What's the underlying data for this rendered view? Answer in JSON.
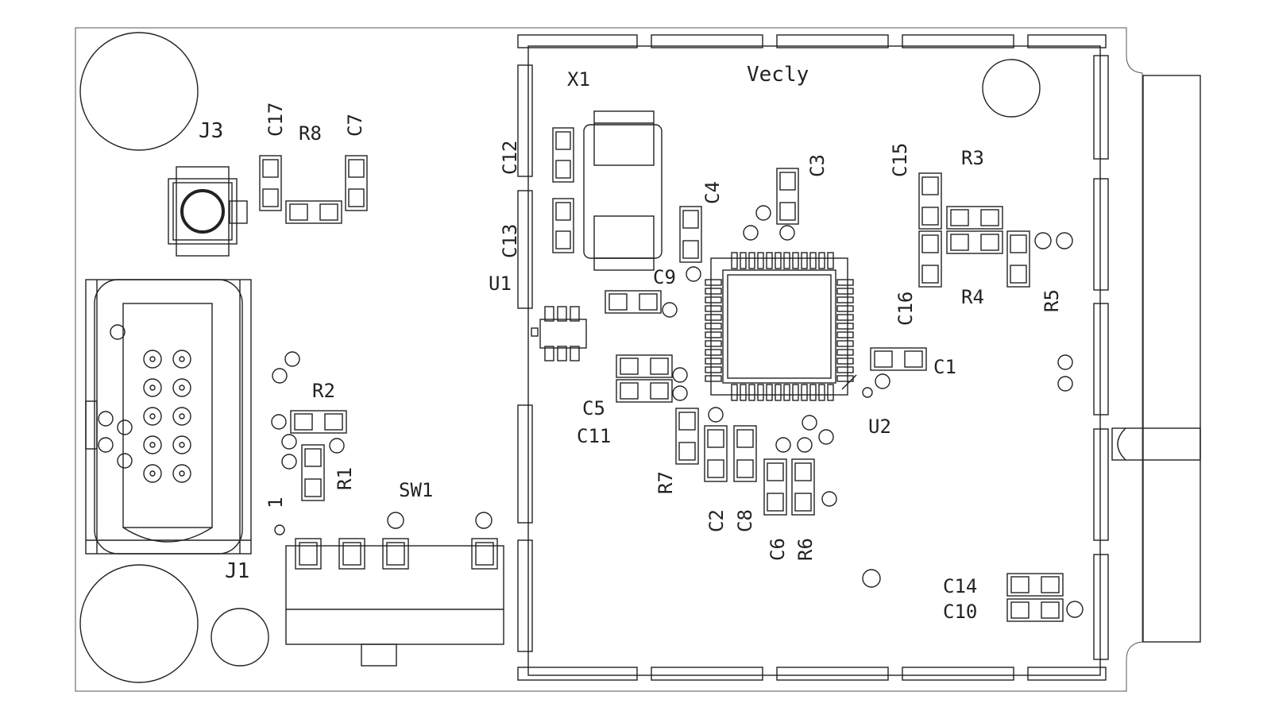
{
  "board": {
    "silkscreen_text": "Vecly"
  },
  "labels": {
    "X1": "X1",
    "J3": "J3",
    "C17": "C17",
    "R8": "R8",
    "C7": "C7",
    "C12": "C12",
    "C13": "C13",
    "U1": "U1",
    "C4": "C4",
    "C3": "C3",
    "C15": "C15",
    "R3": "R3",
    "C9": "C9",
    "C16": "C16",
    "R4": "R4",
    "R5": "R5",
    "R2": "R2",
    "C1": "C1",
    "C5": "C5",
    "C11": "C11",
    "U2": "U2",
    "R1": "R1",
    "SW1": "SW1",
    "pin1": "1",
    "R7": "R7",
    "C2": "C2",
    "C8": "C8",
    "C6": "C6",
    "R6": "R6",
    "J1": "J1",
    "C14": "C14",
    "C10": "C10"
  }
}
